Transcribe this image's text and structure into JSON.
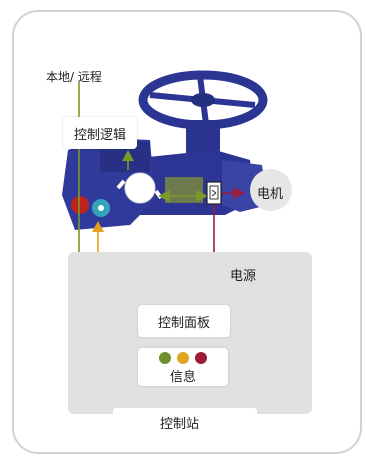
{
  "labels": {
    "local_remote": "本地/ 远程",
    "control_logic": "控制逻辑",
    "motor": "电机",
    "power": "电源",
    "control_panel": "控制面板",
    "info": "信息",
    "control_station": "控制站"
  },
  "colors": {
    "green_line": "#7b9a2c",
    "yellow_line": "#e2a21c",
    "crimson_line": "#9c1c3f",
    "actuator_body": "#2c3594",
    "indicator_green": "#6f8f2a",
    "indicator_yellow": "#e0a522",
    "indicator_red": "#9e1c3a",
    "station_bg": "#e1e1e1"
  },
  "icons": [
    "actuator-image",
    "position-sensor-icon",
    "indicator-lights"
  ]
}
